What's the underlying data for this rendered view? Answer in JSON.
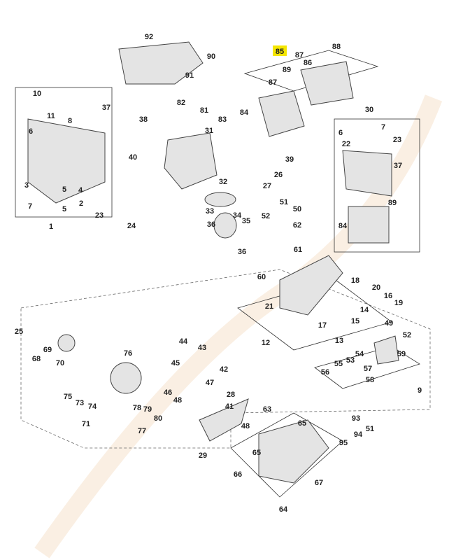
{
  "diagram": {
    "title": "Exploded parts diagram",
    "highlighted_part": "85",
    "part_labels": [
      "92",
      "90",
      "91",
      "85",
      "88",
      "87",
      "86",
      "89",
      "87",
      "10",
      "11",
      "8",
      "6",
      "37",
      "82",
      "81",
      "38",
      "31",
      "83",
      "84",
      "30",
      "6",
      "7",
      "22",
      "23",
      "40",
      "39",
      "26",
      "32",
      "27",
      "37",
      "3",
      "4",
      "5",
      "2",
      "7",
      "5",
      "23",
      "33",
      "34",
      "35",
      "36",
      "36",
      "24",
      "1",
      "51",
      "50",
      "52",
      "62",
      "89",
      "84",
      "61",
      "60",
      "18",
      "20",
      "16",
      "19",
      "14",
      "21",
      "17",
      "15",
      "49",
      "13",
      "12",
      "52",
      "25",
      "69",
      "68",
      "70",
      "76",
      "44",
      "43",
      "45",
      "42",
      "54",
      "59",
      "55",
      "57",
      "53",
      "56",
      "58",
      "46",
      "48",
      "47",
      "9",
      "75",
      "73",
      "74",
      "71",
      "78",
      "79",
      "80",
      "77",
      "28",
      "41",
      "63",
      "48",
      "65",
      "29",
      "65",
      "93",
      "94",
      "51",
      "95",
      "66",
      "67",
      "64"
    ],
    "colors": {
      "highlight": "#f5e600",
      "line": "#333333"
    }
  }
}
